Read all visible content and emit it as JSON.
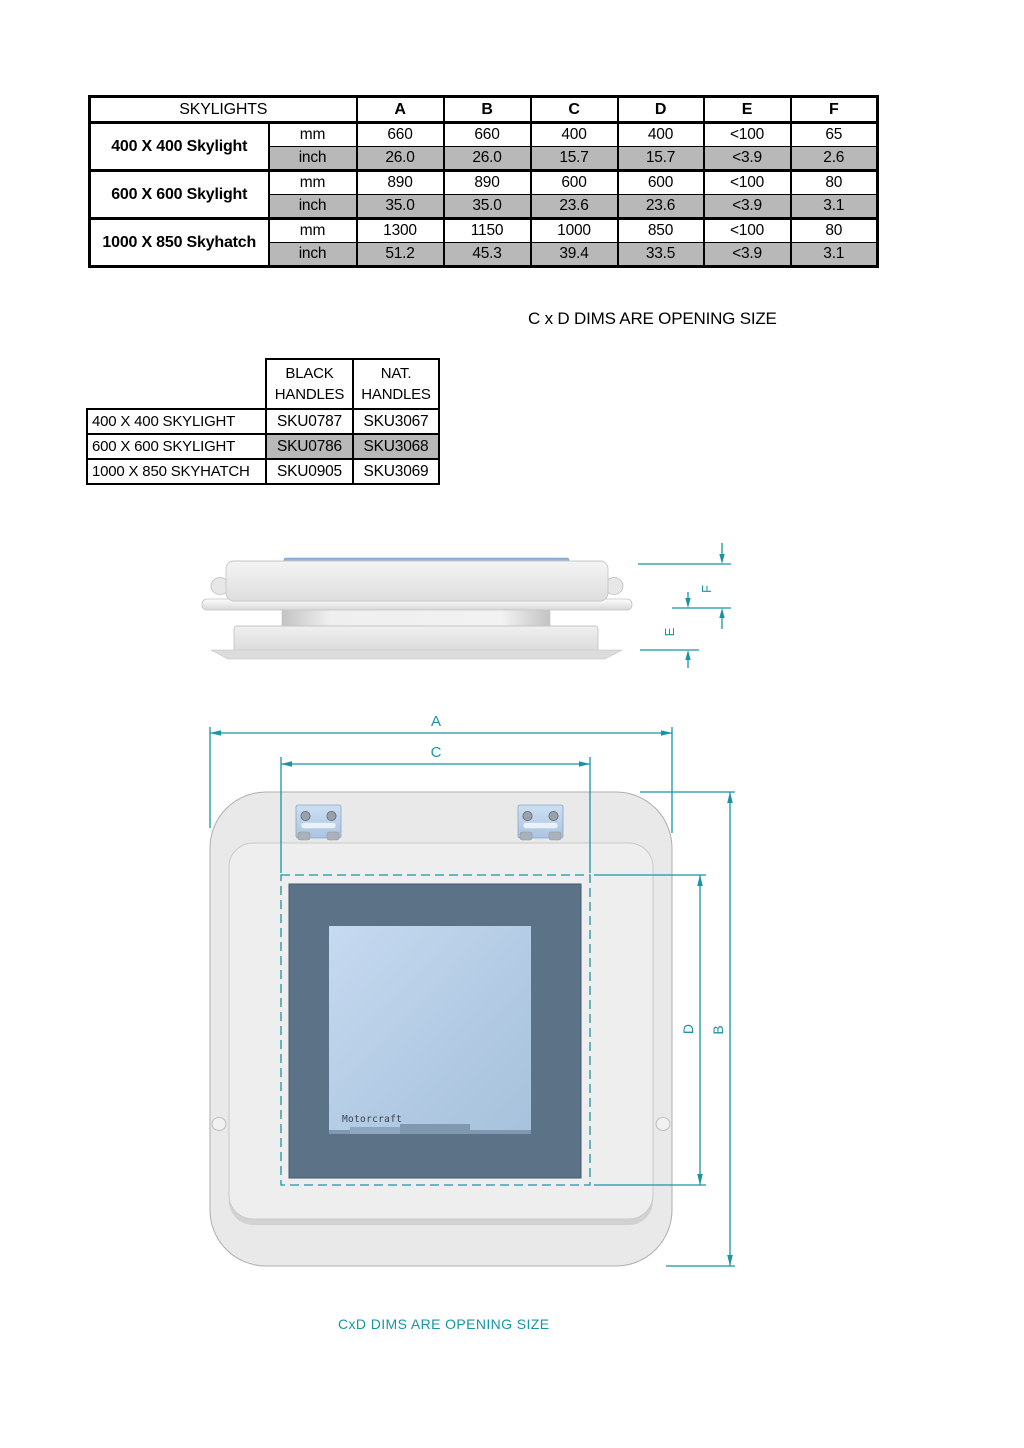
{
  "dims_table": {
    "title": "SKYLIGHTS",
    "cols": [
      "A",
      "B",
      "C",
      "D",
      "E",
      "F"
    ],
    "unit_mm": "mm",
    "unit_inch": "inch",
    "rows": [
      {
        "label": "400 X 400 Skylight",
        "mm": [
          "660",
          "660",
          "400",
          "400",
          "<100",
          "65"
        ],
        "inch": [
          "26.0",
          "26.0",
          "15.7",
          "15.7",
          "<3.9",
          "2.6"
        ]
      },
      {
        "label": "600 X 600 Skylight",
        "mm": [
          "890",
          "890",
          "600",
          "600",
          "<100",
          "80"
        ],
        "inch": [
          "35.0",
          "35.0",
          "23.6",
          "23.6",
          "<3.9",
          "3.1"
        ]
      },
      {
        "label": "1000 X 850 Skyhatch",
        "mm": [
          "1300",
          "1150",
          "1000",
          "850",
          "<100",
          "80"
        ],
        "inch": [
          "51.2",
          "45.3",
          "39.4",
          "33.5",
          "<3.9",
          "3.1"
        ]
      }
    ],
    "note": "C x D DIMS ARE OPENING SIZE"
  },
  "sku_table": {
    "col_headers": [
      [
        "BLACK",
        "HANDLES"
      ],
      [
        "NAT.",
        "HANDLES"
      ]
    ],
    "rows": [
      {
        "label": "400 X 400 SKYLIGHT",
        "black": "SKU0787",
        "nat": "SKU3067"
      },
      {
        "label": "600 X 600 SKYLIGHT",
        "black": "SKU0786",
        "nat": "SKU3068"
      },
      {
        "label": "1000 X 850 SKYHATCH",
        "black": "SKU0905",
        "nat": "SKU3069"
      }
    ]
  },
  "side_view": {
    "label_f": "F",
    "label_e": "E"
  },
  "plan_view": {
    "label_a": "A",
    "label_b": "B",
    "label_c": "C",
    "label_d": "D",
    "brand": "Motorcraft",
    "note": "CxD DIMS ARE OPENING SIZE"
  },
  "colors": {
    "accent_teal": "#1795a4",
    "table_gray": "#b8b8b8",
    "glass_frame": "#5c7287",
    "glass_light": "#b3cbe4",
    "hinge_blue": "#b9cfe9"
  }
}
